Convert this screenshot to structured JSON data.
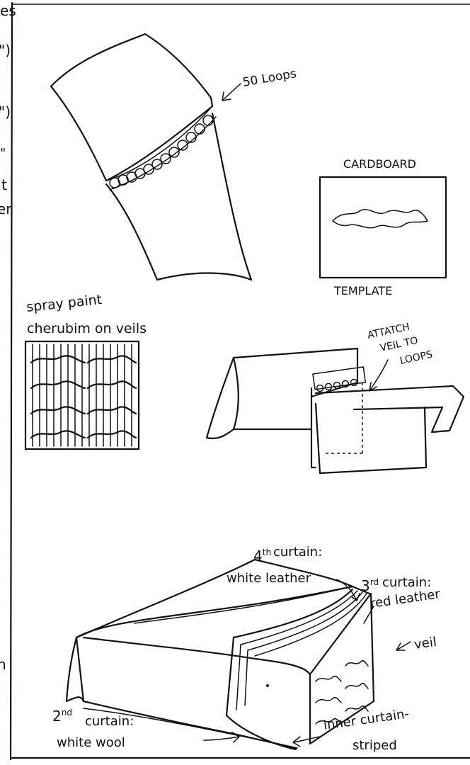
{
  "margin_fragments": [
    "es",
    "\")",
    "\")",
    "\"",
    "t",
    "er",
    "n"
  ],
  "loops_diagram": {
    "label": "50 Loops"
  },
  "template_diagram": {
    "top_label": "CARDBOARD",
    "bottom_label": "TEMPLATE"
  },
  "veil_paint": {
    "line1": "spray paint",
    "line2": "cherubim on veils"
  },
  "attach_diagram": {
    "line1": "ATTATCH",
    "line2": "VEIL TO",
    "line3": "LOOPS"
  },
  "curtains": {
    "fourth": {
      "sup": "th",
      "line1": "curtain:",
      "line2": "white leather"
    },
    "third": {
      "sup": "rd",
      "line1": "curtain:",
      "line2": "red leather"
    },
    "veil": "veil",
    "second": {
      "sup": "nd",
      "line1": "curtain:",
      "line2": "white wool"
    },
    "inner": {
      "line1": "inner curtain-",
      "line2": "striped"
    }
  }
}
